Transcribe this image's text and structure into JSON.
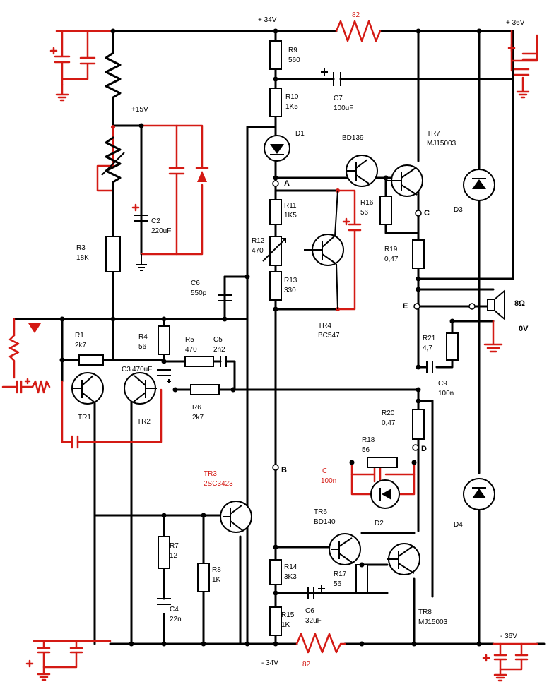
{
  "colors": {
    "wire": "#000000",
    "modification": "#d41a14"
  },
  "supply": {
    "top": "+ 34V",
    "bottom": "- 34V",
    "rail_pos": "+ 36V",
    "rail_neg": "- 36V",
    "zener_rail": "+15V",
    "r_top": "82",
    "r_bottom": "82",
    "ground": "0V",
    "speaker": "8Ω"
  },
  "nodes": {
    "a": "A",
    "b": "B",
    "c": "C",
    "d": "D",
    "e": "E"
  },
  "components": {
    "r9": {
      "name": "R9",
      "value": "560"
    },
    "r10": {
      "name": "R10",
      "value": "1K5"
    },
    "c7": {
      "name": "C7",
      "value": "100uF"
    },
    "d1": {
      "name": "D1"
    },
    "bd139": {
      "name": "BD139"
    },
    "tr7": {
      "name": "TR7",
      "value": "MJ15003"
    },
    "r11": {
      "name": "R11",
      "value": "1K5"
    },
    "r16": {
      "name": "R16",
      "value": "56"
    },
    "r12": {
      "name": "R12",
      "value": "470"
    },
    "r19": {
      "name": "R19",
      "value": "0,47"
    },
    "r13": {
      "name": "R13",
      "value": "330"
    },
    "d3": {
      "name": "D3"
    },
    "tr4": {
      "name": "TR4",
      "value": "BC547"
    },
    "r3": {
      "name": "R3",
      "value": "18K"
    },
    "c2": {
      "name": "C2",
      "value": "220uF"
    },
    "c6a": {
      "name": "C6",
      "value": "550p"
    },
    "r1": {
      "name": "R1",
      "value": "2k7"
    },
    "r4": {
      "name": "R4",
      "value": "56"
    },
    "r5": {
      "name": "R5",
      "value": "470"
    },
    "c5": {
      "name": "C5",
      "value": "2n2"
    },
    "c3": {
      "name": "C3",
      "value": "470uF"
    },
    "r6": {
      "name": "R6",
      "value": "2k7"
    },
    "tr1": {
      "name": "TR1"
    },
    "tr2": {
      "name": "TR2"
    },
    "r21": {
      "name": "R21",
      "value": "4,7"
    },
    "c9": {
      "name": "C9",
      "value": "100n"
    },
    "r20": {
      "name": "R20",
      "value": "0,47"
    },
    "r18": {
      "name": "R18",
      "value": "56"
    },
    "c_red": {
      "name": "C",
      "value": "100n"
    },
    "tr3": {
      "name": "TR3",
      "value": "2SC3423"
    },
    "tr6": {
      "name": "TR6",
      "value": "BD140"
    },
    "d2": {
      "name": "D2"
    },
    "d4": {
      "name": "D4"
    },
    "r7": {
      "name": "R7",
      "value": "12"
    },
    "r8": {
      "name": "R8",
      "value": "1K"
    },
    "c4": {
      "name": "C4",
      "value": "22n"
    },
    "r14": {
      "name": "R14",
      "value": "3K3"
    },
    "r17": {
      "name": "R17",
      "value": "56"
    },
    "c6b": {
      "name": "C6",
      "value": "32uF"
    },
    "r15": {
      "name": "R15",
      "value": "1K"
    },
    "tr8": {
      "name": "TR8",
      "value": "MJ15003"
    }
  }
}
